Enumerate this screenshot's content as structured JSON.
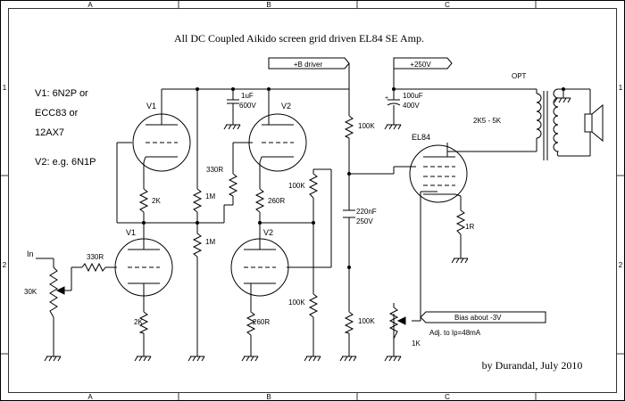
{
  "title": "All DC Coupled Aikido screen grid driven EL84 SE Amp.",
  "author": "by Durandal, July 2010",
  "border": {
    "cols_top": [
      "A",
      "B",
      "C"
    ],
    "cols_bottom": [
      "A",
      "B",
      "C"
    ],
    "rows_left": [
      "1",
      "2"
    ],
    "rows_right": [
      "1",
      "2"
    ]
  },
  "notes": {
    "v1_line1": "V1: 6N2P or",
    "v1_line2": "ECC83 or",
    "v1_line3": "12AX7",
    "v2_line": "V2: e.g. 6N1P"
  },
  "rails": {
    "b_driver": "+B driver",
    "b250": "+250V"
  },
  "tubes": {
    "v1_top": "V1",
    "v2_top": "V2",
    "v1_bottom": "V1",
    "v2_bottom": "V2",
    "el84": "EL84"
  },
  "components": {
    "c_1uf": "1uF",
    "c_1uf_v": "600V",
    "c_100uf": "100uF",
    "c_100uf_v": "400V",
    "c_220nf": "220nF",
    "c_220nf_v": "250V",
    "r_2k_top": "2K",
    "r_1m_a": "1M",
    "r_1m_b": "1M",
    "r_330r_a": "330R",
    "r_260r_a": "260R",
    "r_100k_a": "100K",
    "r_100k_b": "100K",
    "r_100k_c": "100K",
    "r_100k_d": "100K",
    "r_330r_in": "330R",
    "pot_30k": "30K",
    "r_2k_bot": "2K",
    "r_260r_b": "260R",
    "r_1r": "1R",
    "pot_1k": "1K",
    "opt": "OPT",
    "opt_imp": "2K5 - 5K"
  },
  "input": "In",
  "bias": {
    "label": "Bias about -3V",
    "note": "Adj. to Ip=48mA"
  }
}
